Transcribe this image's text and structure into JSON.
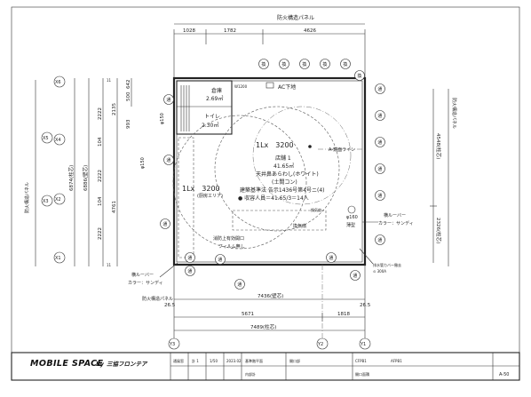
{
  "panels": {
    "top": "防火構造パネル",
    "left": "防火構造パネル",
    "right": "防火構造パネル",
    "bottom": "防火構造パネル"
  },
  "top_dims": [
    "1028",
    "1782",
    "4626"
  ],
  "grid_x": [
    "X6",
    "X5",
    "X4",
    "X3",
    "X2",
    "X1"
  ],
  "grid_y": [
    "Y3",
    "Y2",
    "Y1"
  ],
  "left_dims_outer": [
    "6874(柱芯)",
    "6886(壁芯)"
  ],
  "left_dims_col": [
    "2222",
    "104",
    "2222",
    "104",
    "2222"
  ],
  "left_dims_right": [
    "2135",
    "500",
    "642",
    "993",
    "4761"
  ],
  "left_small": [
    "11",
    "11"
  ],
  "right_dims": [
    "4548(柱芯)",
    "2326(柱芯)"
  ],
  "bottom_dims": {
    "wall": "7436(壁芯)",
    "span_a": "5671",
    "span_b": "1818",
    "column": "7489(柱芯)",
    "left_offset": "26.5",
    "right_offset": "26.5"
  },
  "rooms": {
    "storage_name": "倉庫",
    "storage_area": "2.69㎡",
    "toilet_name": "トイレ",
    "toilet_area": "2.30㎡",
    "store_name": "店舗 1",
    "store_area": "41.65㎡",
    "ceiling": "天井鼻あらわし(ホワイト)",
    "ceiling_sub": "(土間コン)",
    "notice": "建築基準法 告示1436号第4号ニ(4)",
    "capacity": "● 収容人員＝41.65/3＝14人",
    "kitchen": "(厨房エリア)"
  },
  "lux": {
    "main": "1Lx　3200",
    "left": "1Lx　3200"
  },
  "labels": {
    "ac_unit": "AC下地",
    "curtain": "A-鏡面ライン",
    "ventilation": "換気扇",
    "exhaust": "換気扇",
    "ventline": "ベントライン",
    "louver_right": "横ルーバー",
    "louver_right_color": "カラー：サンディ",
    "louver_left": "横ルーバー",
    "louver_left_color": "カラー：サンディ",
    "fire_door": "消防上有効開口",
    "fire_door_sub": "フィルム無し",
    "dia150_a": "φ150",
    "dia150_b": "φ150",
    "dia160": "φ160",
    "thin_type": "薄型",
    "note_right": "排水管カバー撤去",
    "note_right_sub": "⊙ 300A",
    "w1200": "W1200",
    "fire_panel_bl": "防火構造パネル"
  },
  "fixtures": {
    "left": [
      "通",
      "通",
      "通",
      "通",
      "通"
    ],
    "top": [
      "換",
      "換",
      "換",
      "換",
      "換",
      "換"
    ],
    "right": [
      "通",
      "通",
      "通",
      "通",
      "通",
      "通"
    ],
    "bottom": [
      "通",
      "通",
      "通",
      "通"
    ]
  },
  "title_block": {
    "brand": "MOBILE SPACE",
    "brand_by": "by",
    "brand_company": "三協フロンテア",
    "cells": [
      "通風窓",
      "計 1",
      "1/50",
      "2023.02",
      "基準階平面",
      "内部計",
      "開口部",
      "CFPB1",
      "AFPB1",
      "開口面積",
      "A-50"
    ]
  }
}
